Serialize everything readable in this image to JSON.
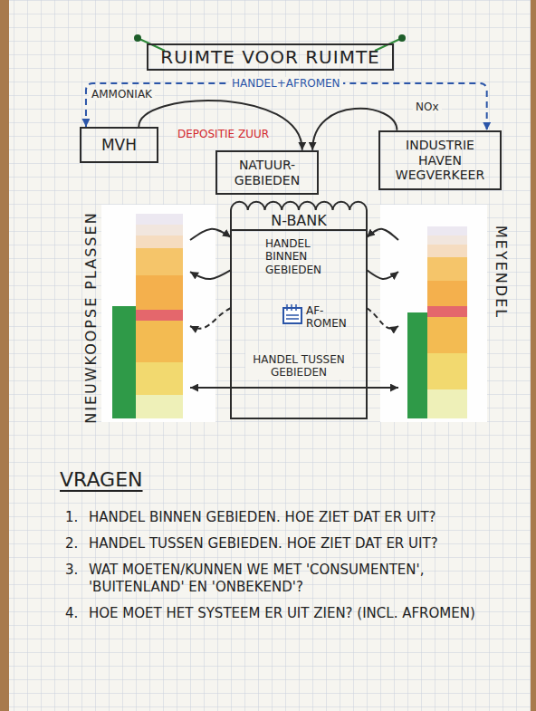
{
  "diagram": {
    "title": "RUIMTE VOOR RUIMTE",
    "nodes": [
      {
        "text": [
          "MVH"
        ]
      },
      {
        "text": [
          "NATUUR- GEBIEDEN"
        ]
      },
      {
        "text": [
          "INDUSTRIE HAVEN WEGVERKEER"
        ]
      },
      {
        "text": [
          "NIEUWKOOPSE PLASSEN"
        ]
      },
      {
        "text": [
          "N-BANK",
          "HANDEL BINNEN GEBIEDEN",
          "AF- ROMEN"
        ]
      },
      {
        "text": [
          "MEYENDEL"
        ]
      }
    ],
    "edges": [
      {
        "from": 0,
        "to": 1,
        "arrow": "to",
        "label": "AMMONIAK"
      },
      {
        "from": 2,
        "to": 1,
        "arrow": "to",
        "label": "NOx"
      },
      {
        "from": 0,
        "to": 2,
        "arrow": "both",
        "label": "HANDEL+AFROMEN"
      },
      {
        "from": 3,
        "to": 4,
        "arrow": "to"
      },
      {
        "from": 4,
        "to": 3,
        "arrow": "to"
      },
      {
        "from": 4,
        "to": 3,
        "arrow": "to"
      },
      {
        "from": 5,
        "to": 4,
        "arrow": "to"
      },
      {
        "from": 4,
        "to": 5,
        "arrow": "to"
      },
      {
        "from": 4,
        "to": 5,
        "arrow": "to"
      },
      {
        "from": 3,
        "to": 5,
        "arrow": "both",
        "label": "HANDEL TUSSEN GEBIEDEN"
      }
    ],
    "labels": [
      "DEPOSITIE ZUUR",
      "VRAGEN",
      "1.",
      "HANDEL BINNEN GEBIEDEN. HOE ZIET DAT ER UIT?",
      "2.",
      "HANDEL TUSSEN GEBIEDEN. HOE ZIET DAT ER UIT?",
      "3.",
      "WAT MOETEN/KUNNEN WE MET 'CONSUMENTEN', 'BUITENLAND' EN 'ONBEKEND'?",
      "4.",
      "HOE MOET HET SYSTEEM ER UIT ZIEN? (INCL. AFROMEN)"
    ]
  }
}
